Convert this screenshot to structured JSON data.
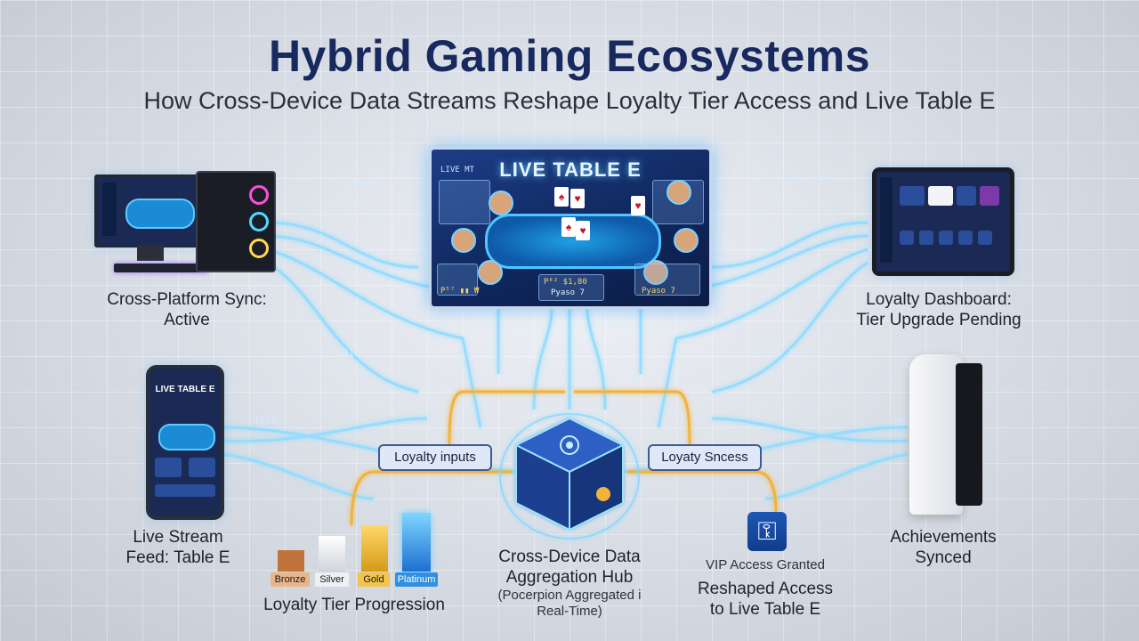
{
  "title": "Hybrid Gaming Ecosystems",
  "subtitle": "How Cross-Device Data Streams Reshape Loyalty Tier Access and Live Table E",
  "main_screen": {
    "title": "LIVE TABLE E",
    "corner_tag": "LIVE MT",
    "bet_left": "P⁵⁷ ▮▮ ₩",
    "bet_center": "P⁸² $1,80",
    "player_label": "Pyaso 7",
    "bet_right": "Pyaso 7"
  },
  "devices": {
    "desktop_label_1": "Cross-Platform Sync:",
    "desktop_label_2": "Active",
    "tablet_label_1": "Loyalty Dashboard:",
    "tablet_label_2": "Tier Upgrade Pending",
    "phone_screen_title": "LIVE TABLE E",
    "phone_label_1": "Live Stream",
    "phone_label_2": "Feed: Table E",
    "console_label_1": "Achievements",
    "console_label_2": "Synced"
  },
  "hub": {
    "left_input": "Loyalty inputs",
    "right_output": "Loyaty Sncess",
    "label_1": "Cross-Device Data",
    "label_2": "Aggregation Hub",
    "caption_1": "(Pocerpion Aggregated i",
    "caption_2": "Real-Time)"
  },
  "tiers": {
    "heading": "Loyalty Tier Progression",
    "levels": [
      "Bronze",
      "Silver",
      "Gold",
      "Platinum"
    ]
  },
  "access": {
    "vip_label": "VIP Access Granted",
    "label_1": "Reshaped Access",
    "label_2": "to Live Table E"
  },
  "binary_streams": [
    "1010",
    "010 1000",
    "1010",
    "1010 1010",
    "101 10 1010",
    "0010"
  ],
  "colors": {
    "title": "#17295e",
    "stream_blue": "#5ec8ff",
    "stream_gold": "#f2b33a",
    "screen_bg": "#10285f"
  },
  "icons": [
    "key-icon",
    "playing-card-icon",
    "poker-chip-icon",
    "trophy-icon"
  ]
}
